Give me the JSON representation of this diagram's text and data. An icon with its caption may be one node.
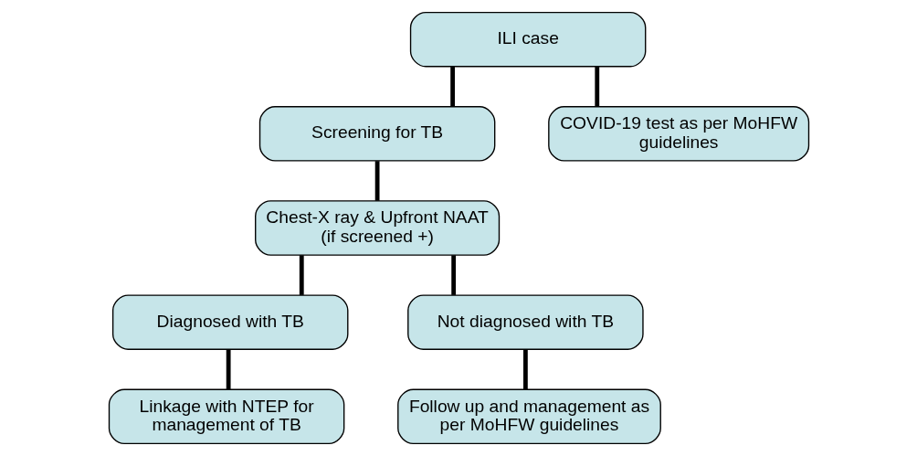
{
  "diagram": {
    "nodes": [
      {
        "text": [
          "ILI case"
        ]
      },
      {
        "text": [
          "Screening for TB"
        ]
      },
      {
        "text": [
          "COVID-19 test as per MoHFW guidelines"
        ]
      },
      {
        "text": [
          "Chest-X ray & Upfront NAAT (if screened +)"
        ]
      },
      {
        "text": [
          "Diagnosed with TB"
        ]
      },
      {
        "text": [
          "Not diagnosed with TB"
        ]
      },
      {
        "text": [
          "Linkage with NTEP for management of TB"
        ]
      },
      {
        "text": [
          "Follow up and management as per MoHFW guidelines"
        ]
      }
    ],
    "edges": [
      {
        "from": 0,
        "to": 1,
        "arrow": "none"
      },
      {
        "from": 0,
        "to": 2,
        "arrow": "none"
      },
      {
        "from": 1,
        "to": 3,
        "arrow": "none"
      },
      {
        "from": 3,
        "to": 4,
        "arrow": "none"
      },
      {
        "from": 3,
        "to": 5,
        "arrow": "none"
      },
      {
        "from": 4,
        "to": 6,
        "arrow": "none"
      },
      {
        "from": 5,
        "to": 7,
        "arrow": "none"
      }
    ]
  }
}
